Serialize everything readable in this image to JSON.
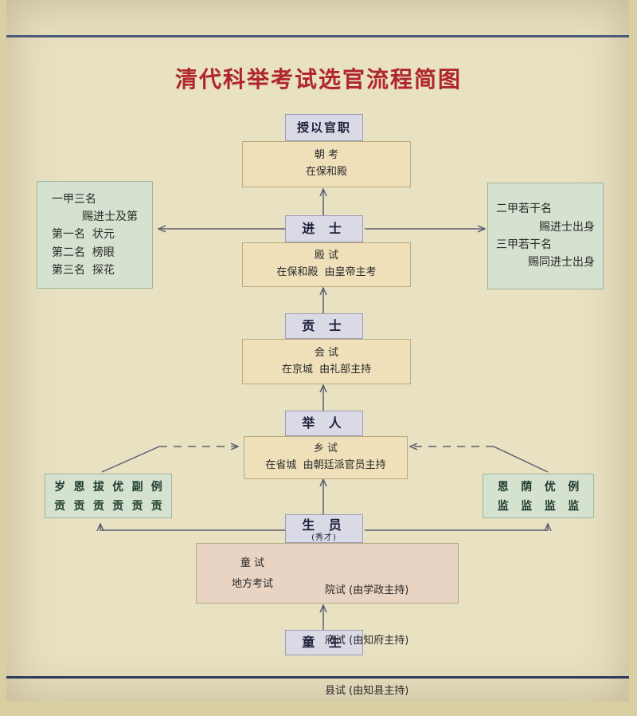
{
  "title": "清代科举考试选官流程简图",
  "ranks": {
    "shouyi": "授以官职",
    "jinshi": "进 士",
    "gongshi": "贡 士",
    "juren": "举 人",
    "shengyuan": "生 员",
    "shengyuan_note": "(秀才)",
    "tongsheng": "童 生"
  },
  "exams": {
    "chaokao": {
      "name": "朝 考",
      "place": "在保和殿"
    },
    "dianshi": {
      "name": "殿 试",
      "place": "在保和殿  由皇帝主考"
    },
    "huishi": {
      "name": "会 试",
      "place": "在京城  由礼部主持"
    },
    "xiangshi": {
      "name": "乡 试",
      "place": "在省城  由朝廷派官员主持"
    },
    "tongshi": {
      "name": "童 试",
      "sub": "地方考试",
      "levels": [
        "院试 (由学政主持)",
        "府试 (由知府主持)",
        "县试 (由知县主持)"
      ]
    }
  },
  "yijia": {
    "line1": "一甲三名",
    "line2": "赐进士及第",
    "line3": "第一名  状元",
    "line4": "第二名  榜眼",
    "line5": "第三名  探花"
  },
  "erjia": {
    "line1": "二甲若干名",
    "line2": "赐进士出身",
    "line3": "三甲若干名",
    "line4": "赐同进士出身"
  },
  "gongsheng": {
    "top": [
      "岁",
      "恩",
      "拔",
      "优",
      "副",
      "例"
    ],
    "bottom": [
      "贡",
      "贡",
      "贡",
      "贡",
      "贡",
      "贡"
    ]
  },
  "jiansheng": {
    "top": [
      "恩",
      "荫",
      "优",
      "例"
    ],
    "bottom": [
      "监",
      "监",
      "监",
      "监"
    ]
  }
}
